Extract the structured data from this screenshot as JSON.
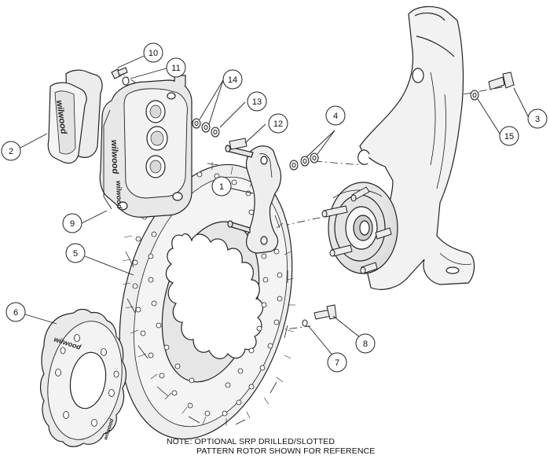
{
  "diagram": {
    "title": "Disc brake assembly exploded view",
    "callouts": [
      {
        "id": "callout-1",
        "label": "1"
      },
      {
        "id": "callout-2",
        "label": "2"
      },
      {
        "id": "callout-3",
        "label": "3"
      },
      {
        "id": "callout-4",
        "label": "4"
      },
      {
        "id": "callout-5",
        "label": "5"
      },
      {
        "id": "callout-6",
        "label": "6"
      },
      {
        "id": "callout-7",
        "label": "7"
      },
      {
        "id": "callout-8",
        "label": "8"
      },
      {
        "id": "callout-9",
        "label": "9"
      },
      {
        "id": "callout-10",
        "label": "10"
      },
      {
        "id": "callout-11",
        "label": "11"
      },
      {
        "id": "callout-12",
        "label": "12"
      },
      {
        "id": "callout-13",
        "label": "13"
      },
      {
        "id": "callout-14",
        "label": "14"
      },
      {
        "id": "callout-15",
        "label": "15"
      }
    ],
    "brand_marks": {
      "pad": "wilwood",
      "caliper": "wilwood",
      "hat": "wilwood"
    },
    "note": {
      "line1": "NOTE: OPTIONAL SRP DRILLED/SLOTTED",
      "line2": "PATTERN ROTOR SHOWN FOR REFERENCE"
    },
    "colors": {
      "line": "#222222",
      "part_fill": "#ececec",
      "part_fill_light": "#f6f6f6",
      "background": "#ffffff"
    }
  }
}
